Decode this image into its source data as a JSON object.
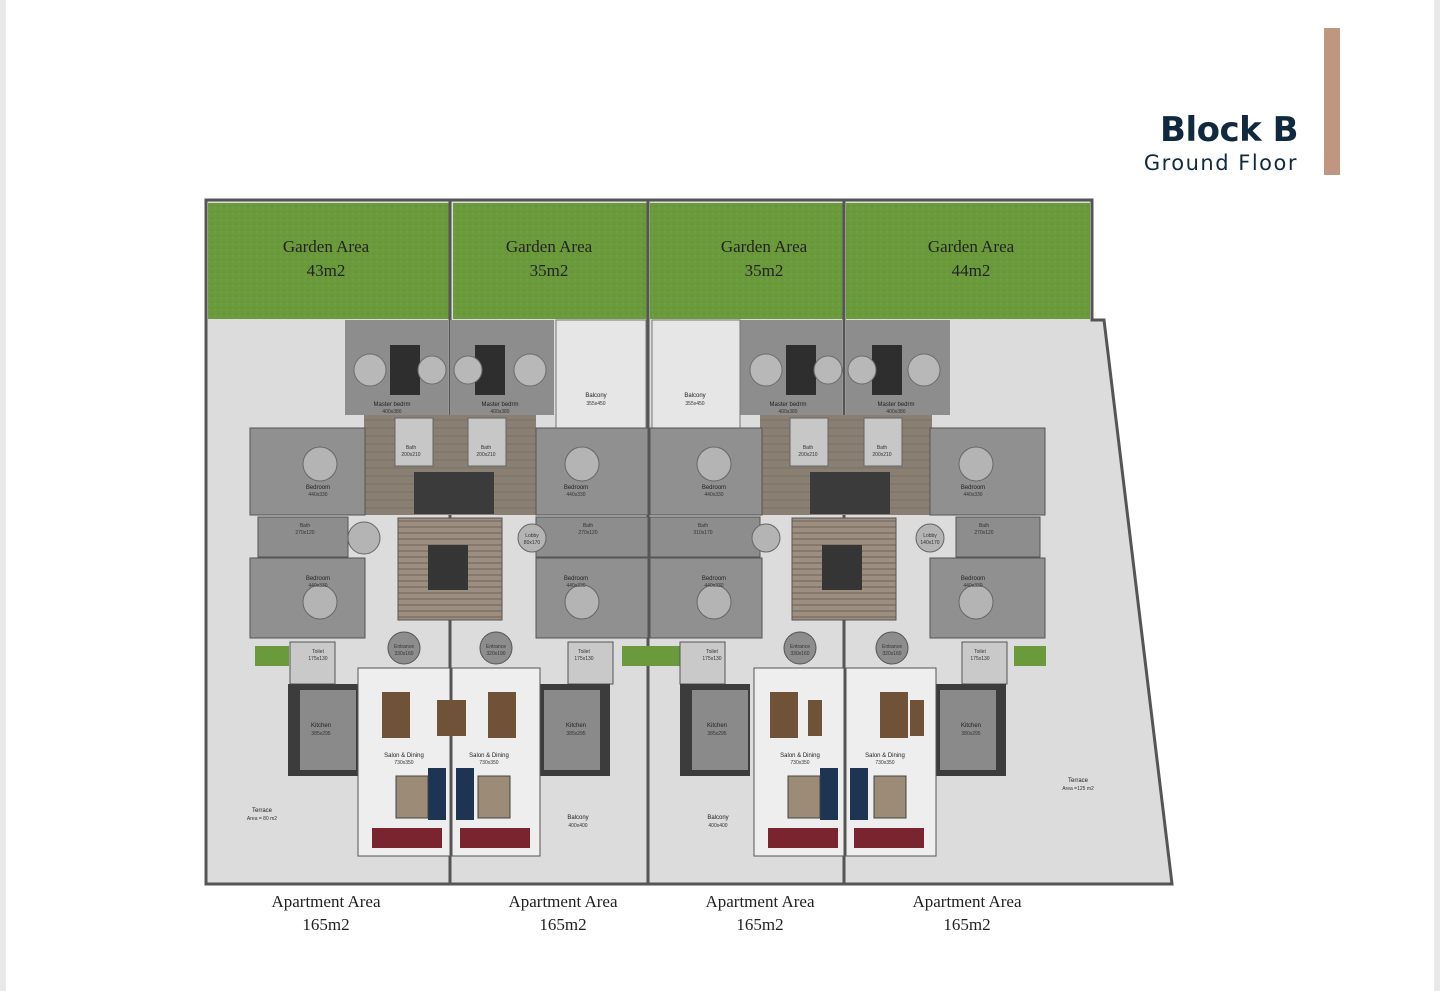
{
  "header": {
    "title": "Block B",
    "subtitle": "Ground Floor"
  },
  "colors": {
    "accent": "#bf9680",
    "garden": "#6b9a3c",
    "terrace": "#dadada",
    "title": "#10293f"
  },
  "gardens": [
    {
      "label": "Garden Area",
      "area": "43m2"
    },
    {
      "label": "Garden Area",
      "area": "35m2"
    },
    {
      "label": "Garden Area",
      "area": "35m2"
    },
    {
      "label": "Garden Area",
      "area": "44m2"
    }
  ],
  "apartments": [
    {
      "label": "Apartment Area",
      "area": "165m2"
    },
    {
      "label": "Apartment Area",
      "area": "165m2"
    },
    {
      "label": "Apartment Area",
      "area": "165m2"
    },
    {
      "label": "Apartment Area",
      "area": "165m2"
    }
  ],
  "terraces": [
    {
      "label": "Terrace",
      "area": "Area = 80 m2"
    },
    {
      "label": "Terrace",
      "area": "Area =125 m2"
    }
  ],
  "rooms": {
    "master_a": {
      "name": "Master bedrm",
      "size": "400x380"
    },
    "master_b": {
      "name": "Master bedrm",
      "size": "400x380"
    },
    "master_c": {
      "name": "Master bedrm",
      "size": "400x380"
    },
    "master_d": {
      "name": "Master bedrm",
      "size": "400x380"
    },
    "balcony_top_1": {
      "name": "Balcony",
      "size": "355x450"
    },
    "balcony_top_2": {
      "name": "Balcony",
      "size": "355x450"
    },
    "bath_top_1": {
      "name": "Bath",
      "size": "200x210"
    },
    "bath_top_2": {
      "name": "Bath",
      "size": "200x210"
    },
    "bath_top_3": {
      "name": "Bath",
      "size": "200x210"
    },
    "bath_top_4": {
      "name": "Bath",
      "size": "200x210"
    },
    "bed_upper_1": {
      "name": "Bedroom",
      "size": "440x330"
    },
    "bed_upper_2": {
      "name": "Bedroom",
      "size": "440x330"
    },
    "bed_upper_3": {
      "name": "Bedroom",
      "size": "440x330"
    },
    "bed_upper_4": {
      "name": "Bedroom",
      "size": "440x330"
    },
    "bath_mid_1": {
      "name": "Bath",
      "size": "270x120"
    },
    "bath_mid_2": {
      "name": "Bath",
      "size": "270x120"
    },
    "bath_mid_3": {
      "name": "Bath",
      "size": "310x170"
    },
    "bath_mid_4": {
      "name": "Bath",
      "size": "270x120"
    },
    "lobby_1": {
      "name": "Lobby",
      "size": "80x170"
    },
    "lobby_2": {
      "name": "Lobby",
      "size": "140x170"
    },
    "bed_lower_1": {
      "name": "Bedroom",
      "size": "440x330"
    },
    "bed_lower_2": {
      "name": "Bedroom",
      "size": "440x330"
    },
    "bed_lower_3": {
      "name": "Bedroom",
      "size": "440x330"
    },
    "bed_lower_4": {
      "name": "Bedroom",
      "size": "440x330"
    },
    "entrance_1": {
      "name": "Entrance",
      "size": "330x160"
    },
    "entrance_2": {
      "name": "Entrance",
      "size": "320x190"
    },
    "entrance_3": {
      "name": "Entrance",
      "size": "330x160"
    },
    "entrance_4": {
      "name": "Entrance",
      "size": "320x160"
    },
    "toilet_1": {
      "name": "Toilet",
      "size": "175x130"
    },
    "toilet_2": {
      "name": "Toilet",
      "size": "175x130"
    },
    "toilet_3": {
      "name": "Toilet",
      "size": "175x130"
    },
    "toilet_4": {
      "name": "Toilet",
      "size": "175x130"
    },
    "kitchen_1": {
      "name": "Kitchen",
      "size": "385x295"
    },
    "kitchen_2": {
      "name": "Kitchen",
      "size": "385x295"
    },
    "kitchen_3": {
      "name": "Kitchen",
      "size": "385x295"
    },
    "kitchen_4": {
      "name": "Kitchen",
      "size": "380x295"
    },
    "salon_1": {
      "name": "Salon & Dining",
      "size": "730x350"
    },
    "salon_2": {
      "name": "Salon & Dining",
      "size": "730x350"
    },
    "salon_3": {
      "name": "Salon & Dining",
      "size": "730x350"
    },
    "salon_4": {
      "name": "Salon & Dining",
      "size": "730x350"
    },
    "balcony_bot_1": {
      "name": "Balcony",
      "size": "400x400"
    },
    "balcony_bot_2": {
      "name": "Balcony",
      "size": "400x400"
    }
  }
}
